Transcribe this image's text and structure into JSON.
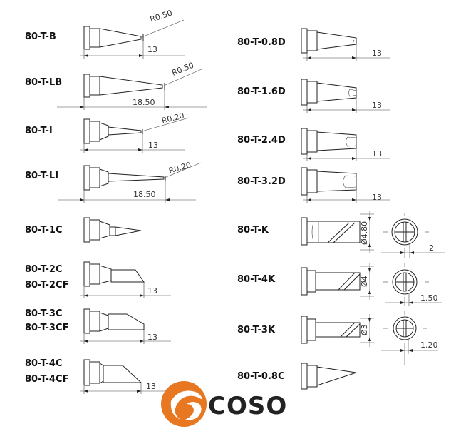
{
  "tips_left": [
    {
      "id": "b",
      "labels": [
        "80-T-B"
      ],
      "dims": [
        "R0.50",
        "13"
      ]
    },
    {
      "id": "lb",
      "labels": [
        "80-T-LB"
      ],
      "dims": [
        "R0.50",
        "18.50"
      ]
    },
    {
      "id": "i",
      "labels": [
        "80-T-I"
      ],
      "dims": [
        "R0.20",
        "13"
      ]
    },
    {
      "id": "li",
      "labels": [
        "80-T-LI"
      ],
      "dims": [
        "R0.20",
        "18.50"
      ]
    },
    {
      "id": "1c",
      "labels": [
        "80-T-1C"
      ],
      "dims": []
    },
    {
      "id": "2c",
      "labels": [
        "80-T-2C",
        "80-T-2CF"
      ],
      "dims": [
        "13"
      ]
    },
    {
      "id": "3c",
      "labels": [
        "80-T-3C",
        "80-T-3CF"
      ],
      "dims": [
        "13"
      ]
    },
    {
      "id": "4c",
      "labels": [
        "80-T-4C",
        "80-T-4CF"
      ],
      "dims": [
        "13"
      ]
    }
  ],
  "tips_right": [
    {
      "id": "08d",
      "labels": [
        "80-T-0.8D"
      ],
      "dims": [
        "13"
      ]
    },
    {
      "id": "16d",
      "labels": [
        "80-T-1.6D"
      ],
      "dims": [
        "13"
      ]
    },
    {
      "id": "24d",
      "labels": [
        "80-T-2.4D"
      ],
      "dims": [
        "13"
      ]
    },
    {
      "id": "32d",
      "labels": [
        "80-T-3.2D"
      ],
      "dims": [
        "13"
      ]
    },
    {
      "id": "k",
      "labels": [
        "80-T-K"
      ],
      "dims": [
        "Ø4.80",
        "2"
      ]
    },
    {
      "id": "4k",
      "labels": [
        "80-T-4K"
      ],
      "dims": [
        "Ø4",
        "1.50"
      ]
    },
    {
      "id": "3k",
      "labels": [
        "80-T-3K"
      ],
      "dims": [
        "Ø3",
        "1.20"
      ]
    },
    {
      "id": "08c",
      "labels": [
        "80-T-0.8C"
      ],
      "dims": []
    }
  ],
  "brand": {
    "name": "COSO",
    "logo_color": "#e87722"
  }
}
